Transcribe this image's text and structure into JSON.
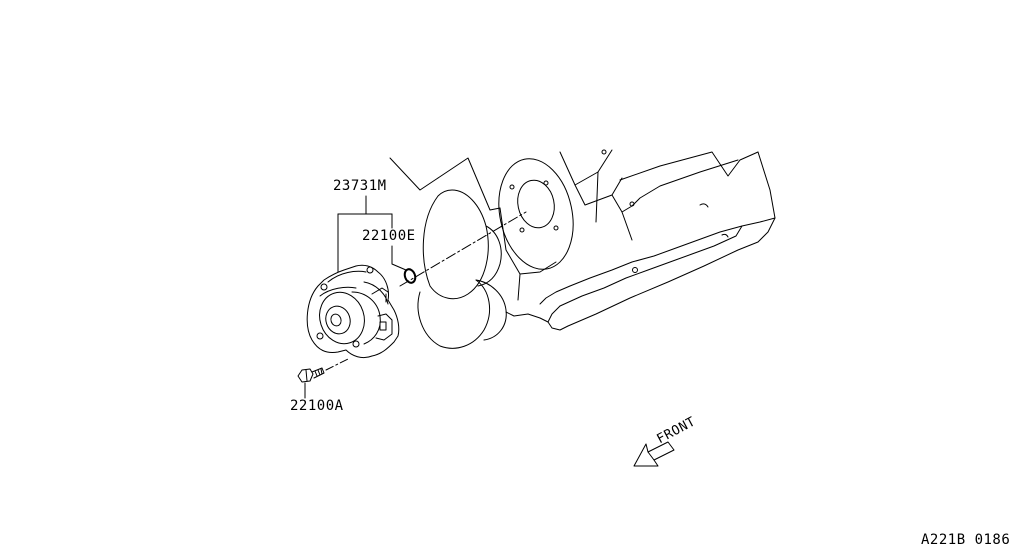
{
  "diagram": {
    "parts": [
      {
        "id": "part-23731m",
        "label": "23731M"
      },
      {
        "id": "part-22100e",
        "label": "22100E"
      },
      {
        "id": "part-22100a",
        "label": "22100A"
      }
    ],
    "direction_label": "FRONT",
    "drawing_code": "A221B 0186",
    "colors": {
      "line": "#000000",
      "background": "#ffffff"
    }
  }
}
